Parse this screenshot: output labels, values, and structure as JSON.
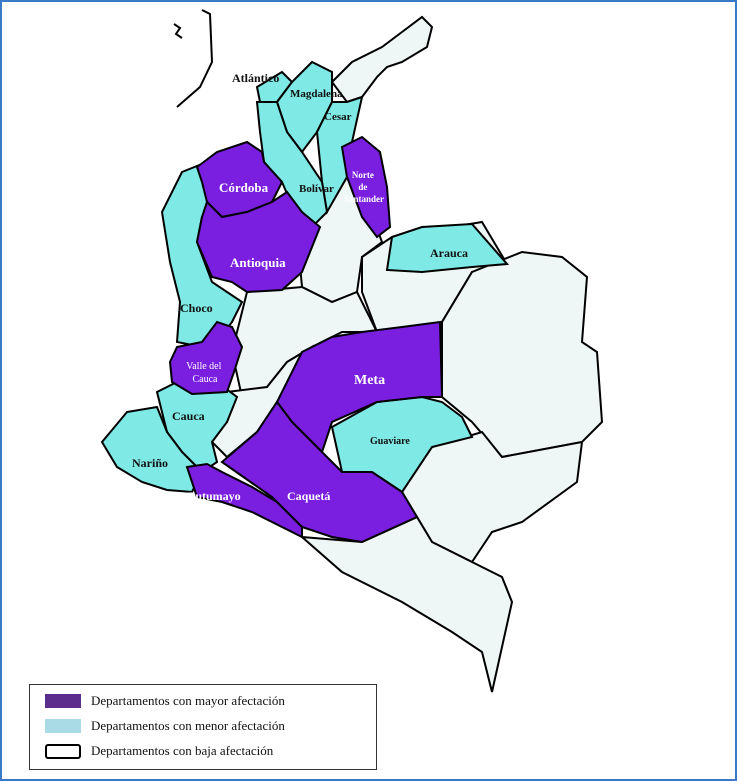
{
  "legend": [
    {
      "label": "Departamentos con mayor afectación",
      "level": "mayor",
      "color": "#7a1fe0"
    },
    {
      "label": "Departamentos con menor afectación",
      "level": "menor",
      "color": "#7fe9e6"
    },
    {
      "label": "Departamentos con baja afectación",
      "level": "baja",
      "color": "#eef7f5"
    }
  ],
  "departments": [
    {
      "name": "Atlántico",
      "level": "menor"
    },
    {
      "name": "Magdalena",
      "level": "menor"
    },
    {
      "name": "Cesar",
      "level": "menor"
    },
    {
      "name": "Córdoba",
      "level": "mayor"
    },
    {
      "name": "Bolívar",
      "level": "menor"
    },
    {
      "name": "Norte de Santander",
      "level": "mayor"
    },
    {
      "name": "Antioquia",
      "level": "mayor"
    },
    {
      "name": "Arauca",
      "level": "menor"
    },
    {
      "name": "Choco",
      "level": "menor"
    },
    {
      "name": "Valle del Cauca",
      "level": "mayor"
    },
    {
      "name": "Meta",
      "level": "mayor"
    },
    {
      "name": "Cauca",
      "level": "menor"
    },
    {
      "name": "Guaviare",
      "level": "menor"
    },
    {
      "name": "Nariño",
      "level": "menor"
    },
    {
      "name": "Putumayo",
      "level": "mayor"
    },
    {
      "name": "Caquetá",
      "level": "mayor"
    }
  ],
  "label_lines": {
    "norte": [
      "Norte",
      "de",
      "Santander"
    ],
    "valle": [
      "Valle del",
      "Cauca"
    ]
  }
}
